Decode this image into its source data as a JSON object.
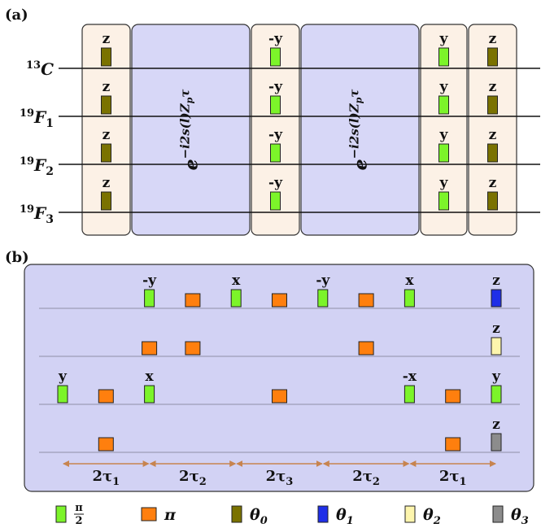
{
  "panel_a": {
    "label": "(a)",
    "qubits": [
      {
        "sup": "13",
        "name": "C",
        "sub": ""
      },
      {
        "sup": "19",
        "name": "F",
        "sub": "1"
      },
      {
        "sup": "19",
        "name": "F",
        "sub": "2"
      },
      {
        "sup": "19",
        "name": "F",
        "sub": "3"
      }
    ],
    "evolution": {
      "base": "e",
      "exponent": "−i2s(l)Z",
      "exp_sub": "p",
      "exp_tail": "τ"
    },
    "columns": [
      {
        "type": "pulses",
        "labels": [
          "z",
          "z",
          "z",
          "z"
        ],
        "color": "theta0"
      },
      {
        "type": "evolution"
      },
      {
        "type": "pulses",
        "labels": [
          "-y",
          "-y",
          "-y",
          "-y"
        ],
        "color": "pi2"
      },
      {
        "type": "evolution"
      },
      {
        "type": "pulses",
        "labels": [
          "y",
          "y",
          "y",
          "y"
        ],
        "color": "pi2"
      },
      {
        "type": "pulses",
        "labels": [
          "z",
          "z",
          "z",
          "z"
        ],
        "color": "theta0"
      }
    ]
  },
  "panel_b": {
    "label": "(b)",
    "rows": [
      [
        {
          "pos": 3.0,
          "kind": "pi2",
          "label": "-y"
        },
        {
          "pos": 4.0,
          "kind": "pi"
        },
        {
          "pos": 5.0,
          "kind": "pi2",
          "label": "x"
        },
        {
          "pos": 6.0,
          "kind": "pi"
        },
        {
          "pos": 7.0,
          "kind": "pi2",
          "label": "-y"
        },
        {
          "pos": 8.0,
          "kind": "pi"
        },
        {
          "pos": 9.0,
          "kind": "pi2",
          "label": "x"
        },
        {
          "pos": 11.0,
          "kind": "theta1",
          "label": "z"
        }
      ],
      [
        {
          "pos": 3.0,
          "kind": "pi"
        },
        {
          "pos": 4.0,
          "kind": "pi"
        },
        {
          "pos": 8.0,
          "kind": "pi"
        },
        {
          "pos": 11.0,
          "kind": "theta2",
          "label": "z"
        }
      ],
      [
        {
          "pos": 1.0,
          "kind": "pi2",
          "label": "y"
        },
        {
          "pos": 2.0,
          "kind": "pi"
        },
        {
          "pos": 3.0,
          "kind": "pi2",
          "label": "x"
        },
        {
          "pos": 6.0,
          "kind": "pi"
        },
        {
          "pos": 9.0,
          "kind": "pi2",
          "label": "-x"
        },
        {
          "pos": 10.0,
          "kind": "pi"
        },
        {
          "pos": 11.0,
          "kind": "pi2",
          "label": "y"
        }
      ],
      [
        {
          "pos": 2.0,
          "kind": "pi"
        },
        {
          "pos": 10.0,
          "kind": "pi"
        },
        {
          "pos": 11.0,
          "kind": "theta3",
          "label": "z"
        }
      ]
    ],
    "intervals": [
      {
        "from": 1.0,
        "to": 3.0,
        "tau": "1"
      },
      {
        "from": 3.0,
        "to": 5.0,
        "tau": "2"
      },
      {
        "from": 5.0,
        "to": 7.0,
        "tau": "3"
      },
      {
        "from": 7.0,
        "to": 9.0,
        "tau": "2"
      },
      {
        "from": 9.0,
        "to": 11.0,
        "tau": "1"
      }
    ],
    "interval_prefix": "2τ"
  },
  "legend": [
    {
      "kind": "pi2",
      "num": "π",
      "den": "2"
    },
    {
      "kind": "pi",
      "text": "π"
    },
    {
      "kind": "theta0",
      "text": "θ",
      "sub": "0"
    },
    {
      "kind": "theta1",
      "text": "θ",
      "sub": "1"
    },
    {
      "kind": "theta2",
      "text": "θ",
      "sub": "2"
    },
    {
      "kind": "theta3",
      "text": "θ",
      "sub": "3"
    }
  ],
  "colors": {
    "pi2": "#7cf42a",
    "pi": "#ff7f0e",
    "theta0": "#7a7200",
    "theta1": "#1f2fe8",
    "theta2": "#fdf5ad",
    "theta3": "#8c8c8c",
    "bg_a": "#d7d7f7",
    "bg_pulse": "#fcf1e6",
    "bg_b": "#d2d2f4",
    "arrow": "#c7844f"
  }
}
